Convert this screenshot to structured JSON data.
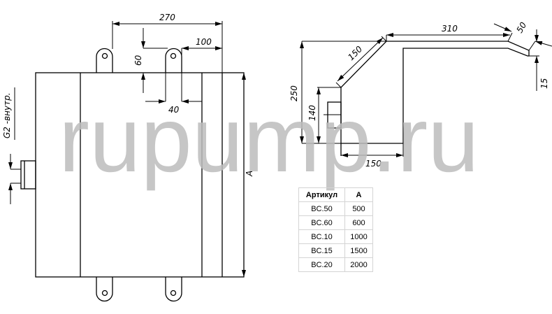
{
  "drawing": {
    "front_view": {
      "dim_width": "270",
      "dim_offset": "100",
      "dim_height_lug": "60",
      "dim_lug_width": "40",
      "dim_length": "A",
      "connection_label": "G2 -внутр."
    },
    "side_view": {
      "dim_top": "310",
      "dim_bend": "50",
      "dim_drop": "15",
      "dim_diag": "150",
      "dim_height": "250",
      "dim_inner_height": "140",
      "dim_bottom": "150"
    },
    "watermark": "rupump.ru"
  },
  "table": {
    "headers": [
      "Артикул",
      "A"
    ],
    "rows": [
      [
        "BC.50",
        "500"
      ],
      [
        "BC.60",
        "600"
      ],
      [
        "BC.10",
        "1000"
      ],
      [
        "BC.15",
        "1500"
      ],
      [
        "BC.20",
        "2000"
      ]
    ]
  }
}
